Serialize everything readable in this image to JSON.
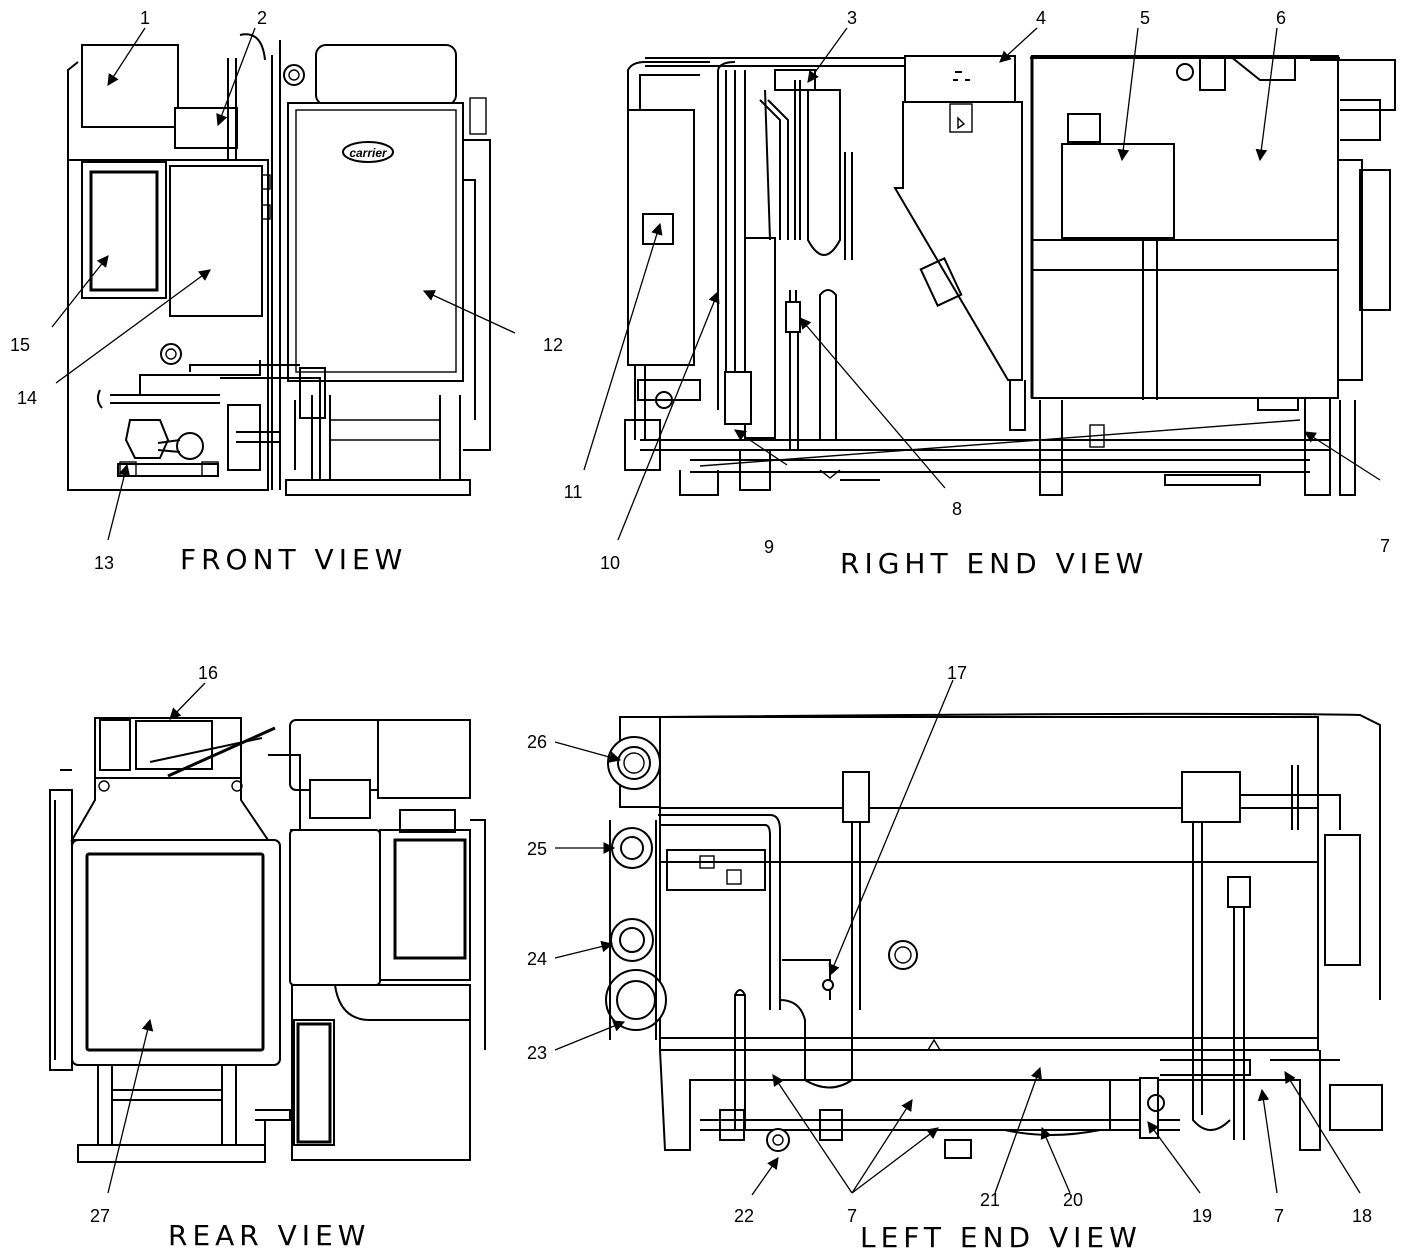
{
  "views": {
    "front": "FRONT VIEW",
    "right_end": "RIGHT END VIEW",
    "rear": "REAR VIEW",
    "left_end": "LEFT END VIEW"
  },
  "callouts": {
    "n1": "1",
    "n2": "2",
    "n3": "3",
    "n4": "4",
    "n5": "5",
    "n6": "6",
    "n7": "7",
    "n8": "8",
    "n9": "9",
    "n10": "10",
    "n11": "11",
    "n12": "12",
    "n13": "13",
    "n14": "14",
    "n15": "15",
    "n16": "16",
    "n17": "17",
    "n18": "18",
    "n19": "19",
    "n20": "20",
    "n21": "21",
    "n22": "22",
    "n23": "23",
    "n24": "24",
    "n25": "25",
    "n26": "26",
    "n27": "27"
  },
  "logo_text": "carrier"
}
